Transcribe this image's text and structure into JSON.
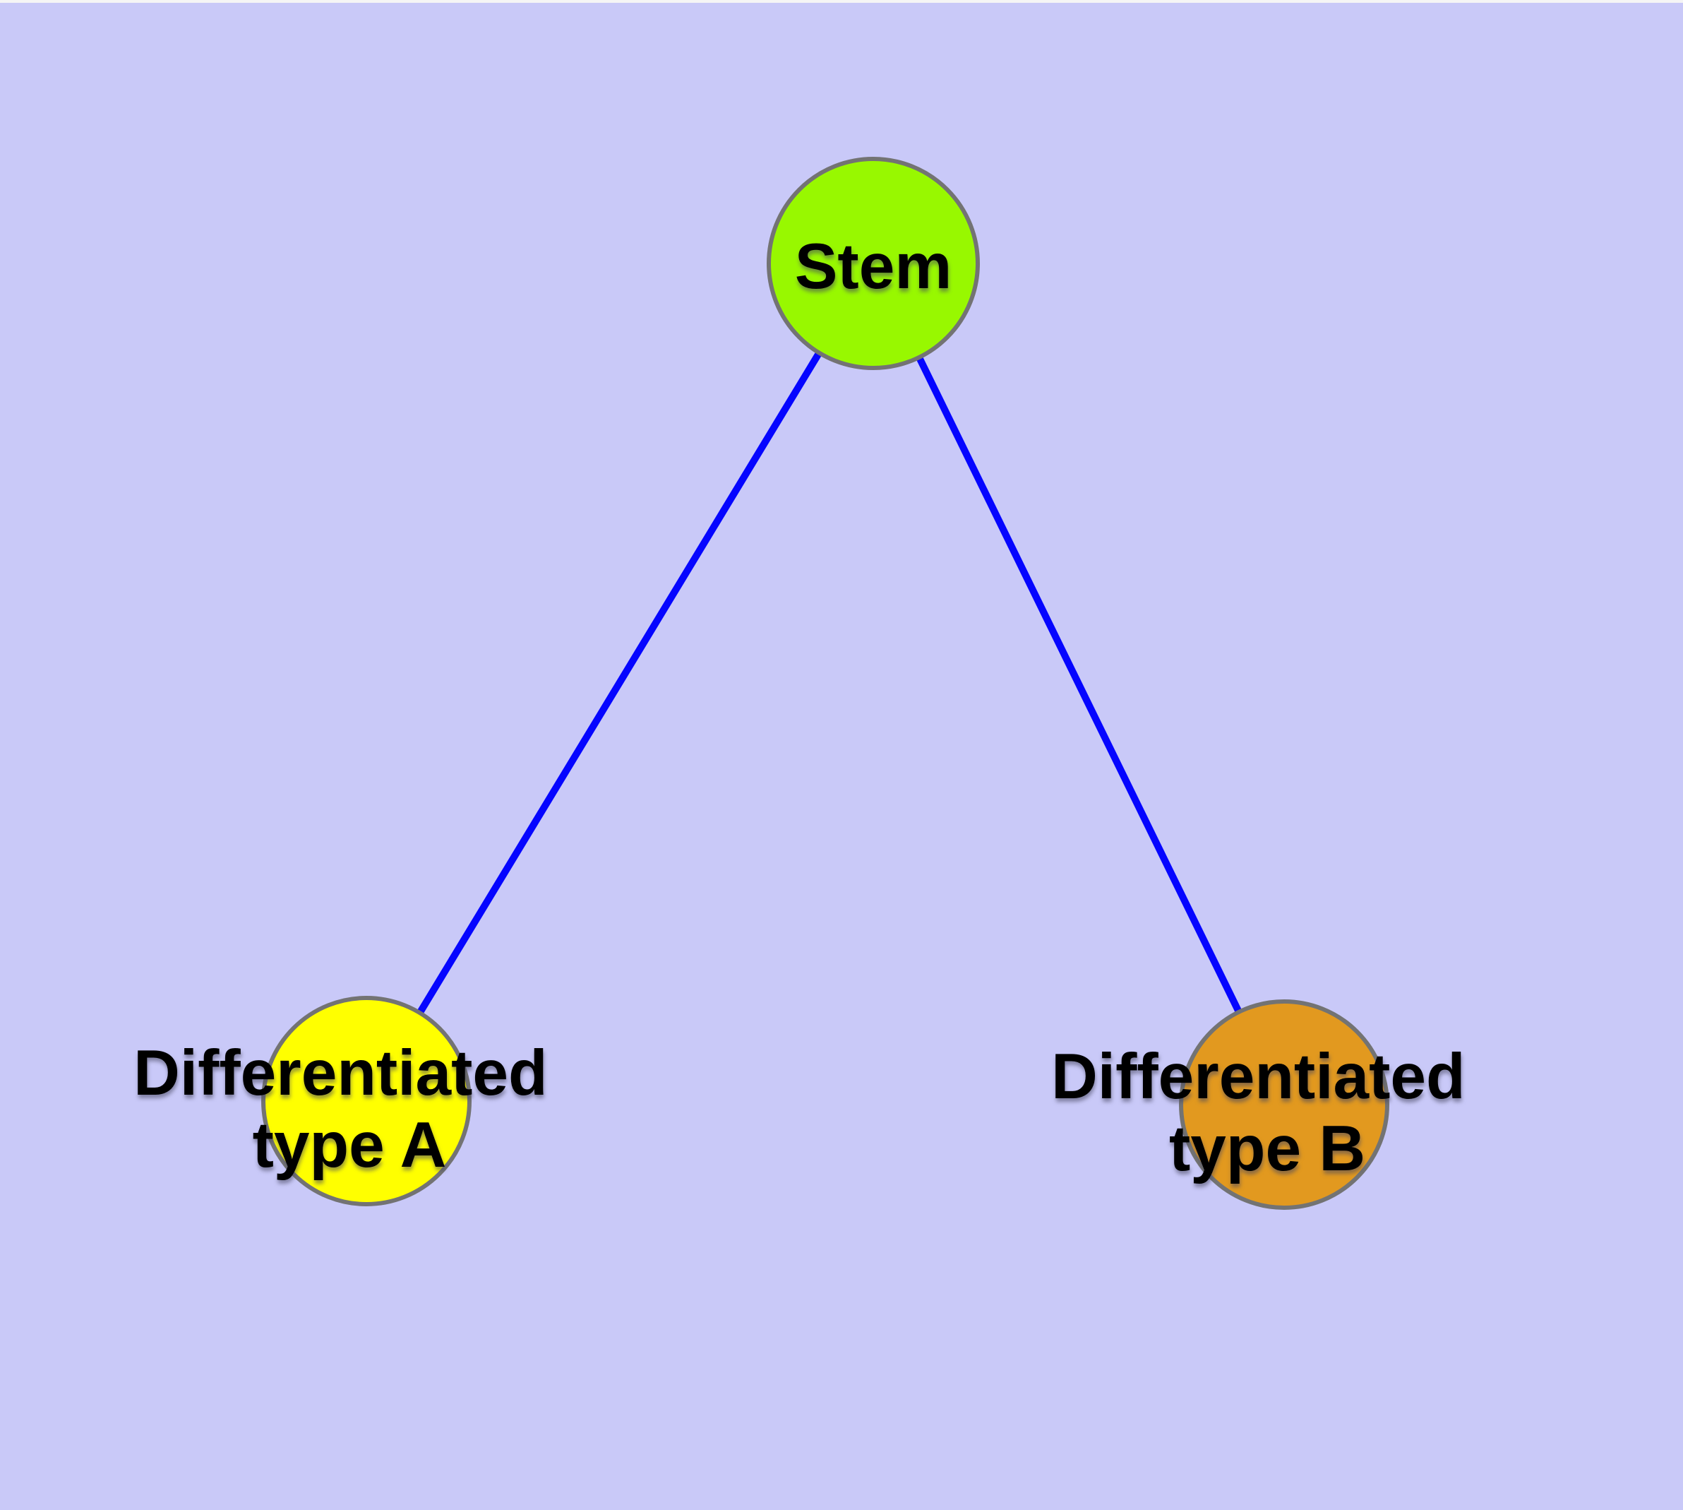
{
  "canvas": {
    "background_color": "#C9C9F8",
    "top_strip_color": "#F5F5F5",
    "edge_color": "#0505FF",
    "node_border_color": "#737373",
    "label_color": "#000000"
  },
  "graph": {
    "type": "tree",
    "description": "Stem cell differentiation hierarchy: one stem node connected to two differentiated cell type nodes",
    "nodes": [
      {
        "id": "stem",
        "label": "Stem",
        "fill": "#98F800"
      },
      {
        "id": "differentiated-type-a",
        "label": "Differentiated type A",
        "label_line1": "Differentiated",
        "label_line2": "type A",
        "fill": "#FFFF00"
      },
      {
        "id": "differentiated-type-b",
        "label": "Differentiated type B",
        "label_line1": "Differentiated",
        "label_line2": "type B",
        "fill": "#E2991F"
      }
    ],
    "edges": [
      {
        "from": "Stem",
        "to": "Differentiated type A"
      },
      {
        "from": "Stem",
        "to": "Differentiated type B"
      }
    ]
  }
}
